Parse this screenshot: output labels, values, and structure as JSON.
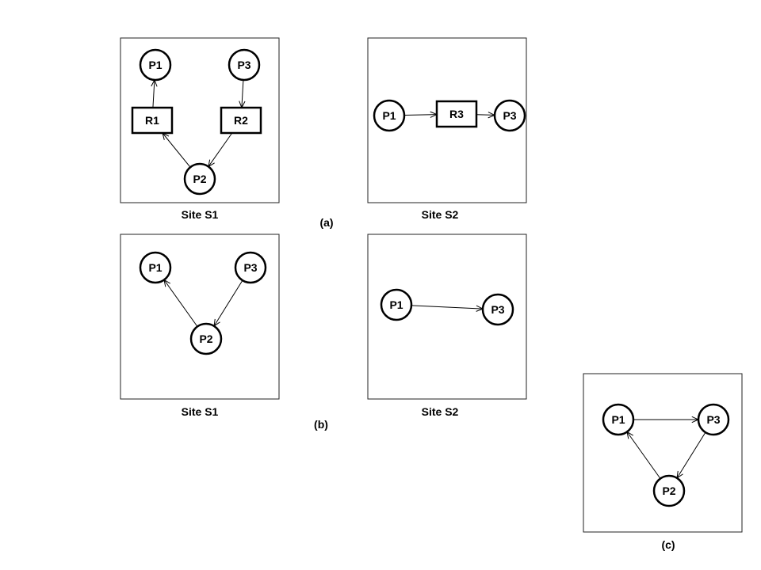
{
  "panels": {
    "a_s1": {
      "nodes": [
        {
          "id": "P1",
          "label": "P1",
          "shape": "circle"
        },
        {
          "id": "P3",
          "label": "P3",
          "shape": "circle"
        },
        {
          "id": "R1",
          "label": "R1",
          "shape": "rect"
        },
        {
          "id": "R2",
          "label": "R2",
          "shape": "rect"
        },
        {
          "id": "P2",
          "label": "P2",
          "shape": "circle"
        }
      ],
      "edges": [
        {
          "from": "R1",
          "to": "P1"
        },
        {
          "from": "P3",
          "to": "R2"
        },
        {
          "from": "R2",
          "to": "P2"
        },
        {
          "from": "P2",
          "to": "R1"
        }
      ],
      "caption": "Site S1"
    },
    "a_s2": {
      "nodes": [
        {
          "id": "P1",
          "label": "P1",
          "shape": "circle"
        },
        {
          "id": "R3",
          "label": "R3",
          "shape": "rect"
        },
        {
          "id": "P3",
          "label": "P3",
          "shape": "circle"
        }
      ],
      "edges": [
        {
          "from": "P1",
          "to": "R3"
        },
        {
          "from": "R3",
          "to": "P3"
        }
      ],
      "caption": "Site S2"
    },
    "b_s1": {
      "nodes": [
        {
          "id": "P1",
          "label": "P1",
          "shape": "circle"
        },
        {
          "id": "P3",
          "label": "P3",
          "shape": "circle"
        },
        {
          "id": "P2",
          "label": "P2",
          "shape": "circle"
        }
      ],
      "edges": [
        {
          "from": "P2",
          "to": "P1"
        },
        {
          "from": "P3",
          "to": "P2"
        }
      ],
      "caption": "Site S1"
    },
    "b_s2": {
      "nodes": [
        {
          "id": "P1",
          "label": "P1",
          "shape": "circle"
        },
        {
          "id": "P3",
          "label": "P3",
          "shape": "circle"
        }
      ],
      "edges": [
        {
          "from": "P1",
          "to": "P3"
        }
      ],
      "caption": "Site S2"
    },
    "c": {
      "nodes": [
        {
          "id": "P1",
          "label": "P1",
          "shape": "circle"
        },
        {
          "id": "P3",
          "label": "P3",
          "shape": "circle"
        },
        {
          "id": "P2",
          "label": "P2",
          "shape": "circle"
        }
      ],
      "edges": [
        {
          "from": "P1",
          "to": "P3"
        },
        {
          "from": "P3",
          "to": "P2"
        },
        {
          "from": "P2",
          "to": "P1"
        }
      ],
      "caption": ""
    }
  },
  "figure_labels": {
    "a": "(a)",
    "b": "(b)",
    "c": "(c)"
  }
}
